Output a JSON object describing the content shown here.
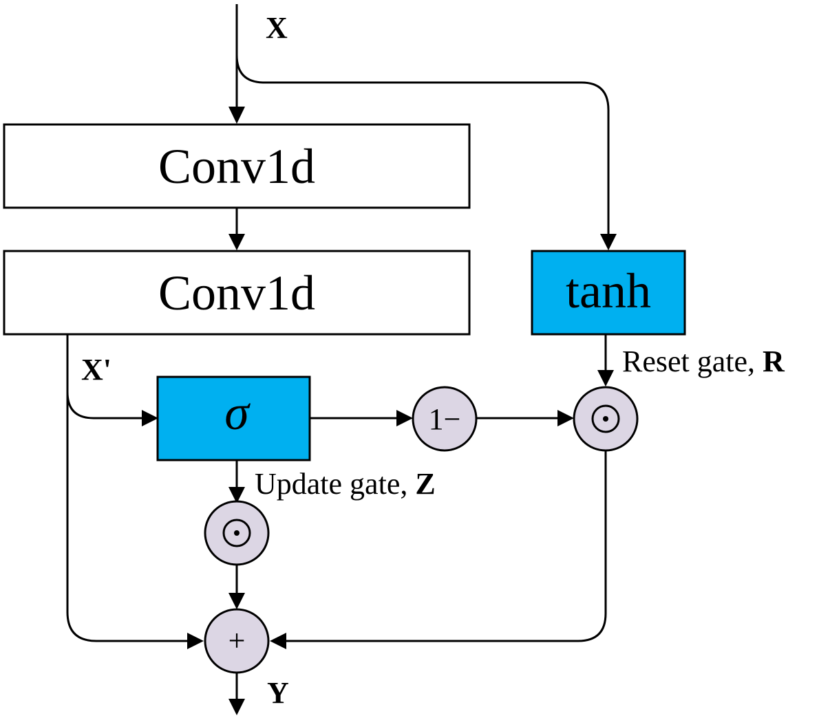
{
  "title": "Gated convolutional unit diagram",
  "colors": {
    "gate_fill": "#00b0f0",
    "node_fill": "#dcd6e4",
    "box_fill": "#ffffff",
    "line": "#000000"
  },
  "inputs": {
    "x_label": "X",
    "x_prime_label": "X'",
    "y_label": "Y"
  },
  "blocks": {
    "conv1": "Conv1d",
    "conv2": "Conv1d",
    "tanh": "tanh",
    "sigma": "σ"
  },
  "nodes": {
    "one_minus": "1−",
    "add": "+"
  },
  "labels": {
    "reset_gate_text": "Reset gate, ",
    "reset_gate_symbol": "R",
    "update_gate_text": "Update gate, ",
    "update_gate_symbol": "Z"
  }
}
